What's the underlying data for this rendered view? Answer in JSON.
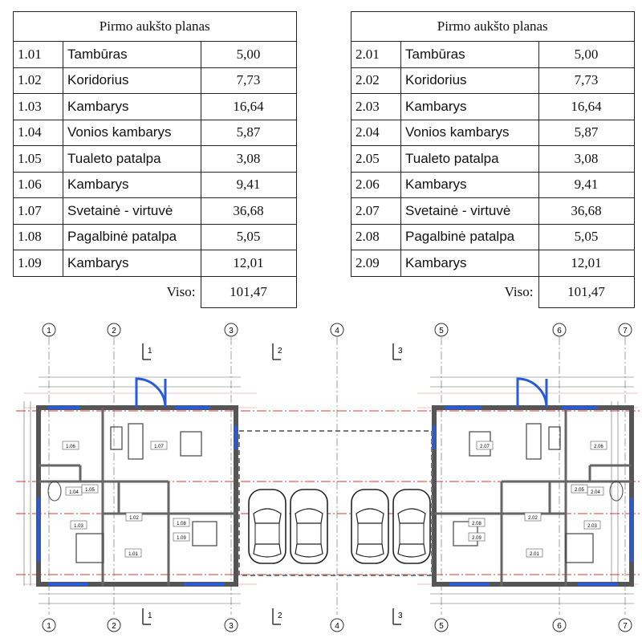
{
  "tables": [
    {
      "title": "Pirmo aukšto planas",
      "rows": [
        {
          "id": "1.01",
          "name": "Tambūras",
          "area": "5,00"
        },
        {
          "id": "1.02",
          "name": "Koridorius",
          "area": "7,73"
        },
        {
          "id": "1.03",
          "name": "Kambarys",
          "area": "16,64"
        },
        {
          "id": "1.04",
          "name": "Vonios kambarys",
          "area": "5,87"
        },
        {
          "id": "1.05",
          "name": "Tualeto patalpa",
          "area": "3,08"
        },
        {
          "id": "1.06",
          "name": "Kambarys",
          "area": "9,41"
        },
        {
          "id": "1.07",
          "name": "Svetainė - virtuvė",
          "area": "36,68"
        },
        {
          "id": "1.08",
          "name": "Pagalbinė patalpa",
          "area": "5,05"
        },
        {
          "id": "1.09",
          "name": "Kambarys",
          "area": "12,01"
        }
      ],
      "total_label": "Viso:",
      "total": "101,47"
    },
    {
      "title": "Pirmo aukšto planas",
      "rows": [
        {
          "id": "2.01",
          "name": "Tambūras",
          "area": "5,00"
        },
        {
          "id": "2.02",
          "name": "Koridorius",
          "area": "7,73"
        },
        {
          "id": "2.03",
          "name": "Kambarys",
          "area": "16,64"
        },
        {
          "id": "2.04",
          "name": "Vonios kambarys",
          "area": "5,87"
        },
        {
          "id": "2.05",
          "name": "Tualeto patalpa",
          "area": "3,08"
        },
        {
          "id": "2.06",
          "name": "Kambarys",
          "area": "9,41"
        },
        {
          "id": "2.07",
          "name": "Svetainė - virtuvė",
          "area": "36,68"
        },
        {
          "id": "2.08",
          "name": "Pagalbinė patalpa",
          "area": "5,05"
        },
        {
          "id": "2.09",
          "name": "Kambarys",
          "area": "12,01"
        }
      ],
      "total_label": "Viso:",
      "total": "101,47"
    }
  ],
  "plan": {
    "axis_labels": [
      "1",
      "2",
      "3",
      "4",
      "5",
      "6",
      "7"
    ],
    "section_labels": [
      "1",
      "2",
      "3"
    ],
    "left_rooms": [
      "1.07",
      "1.06",
      "1.04",
      "1.05",
      "1.02",
      "1.03",
      "1.01",
      "1.08",
      "1.09"
    ],
    "right_rooms": [
      "2.07",
      "2.06",
      "2.04",
      "2.05",
      "2.02",
      "2.03",
      "2.01",
      "2.08",
      "2.09"
    ],
    "colors": {
      "walls": "#555555",
      "windows": "#2a5bd7",
      "gridlines": "#d23a3a",
      "lines": "#333333"
    }
  }
}
